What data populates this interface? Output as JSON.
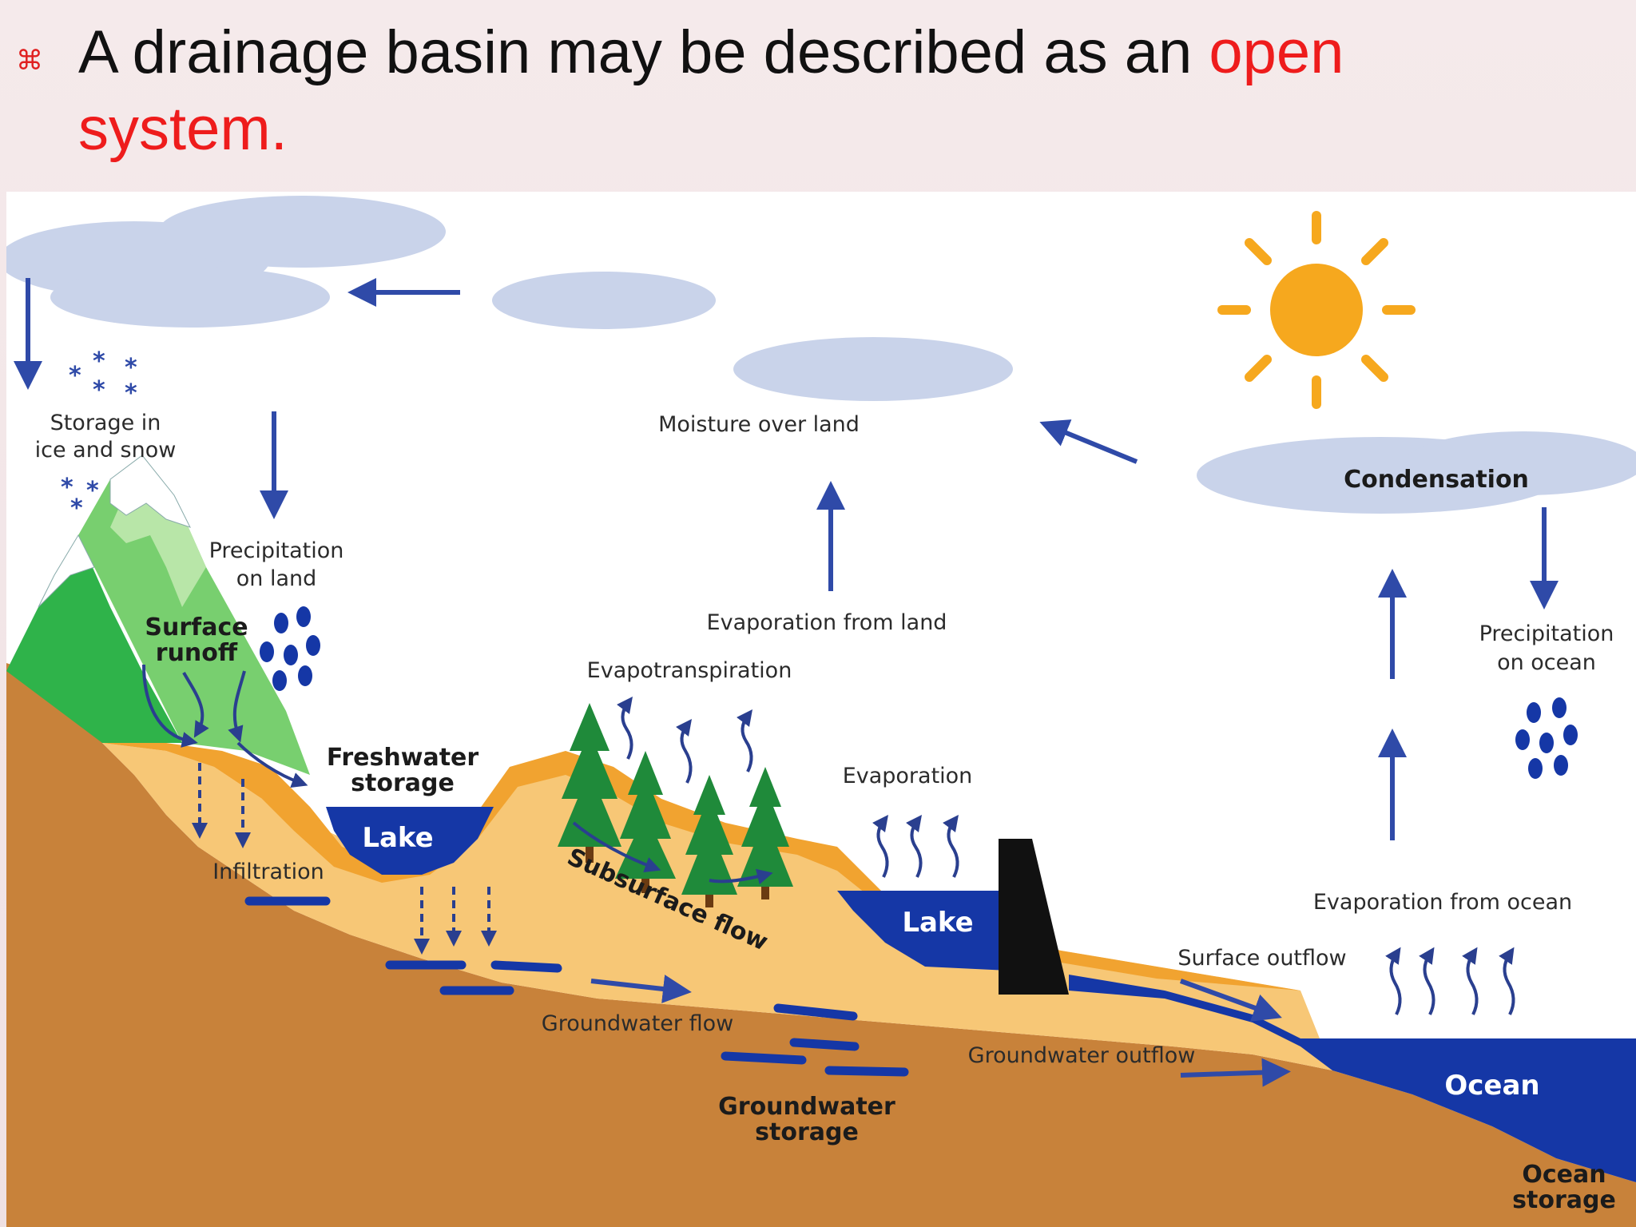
{
  "header": {
    "bullet": "⌘",
    "title_prefix": "A drainage basin may be described as an ",
    "title_highlight": "open system."
  },
  "colors": {
    "accent_red": "#ee1c1c",
    "arrow_blue": "#2f4aa8",
    "water_blue": "#1537a6",
    "ground_brown": "#c8823a",
    "ground_light": "#f7c776",
    "ground_orange": "#f1a330",
    "cloud": "#c9d3ea",
    "sun": "#f6a81e"
  },
  "labels": {
    "storage_ice_1": "Storage in",
    "storage_ice_2": "ice and snow",
    "precip_land_1": "Precipitation",
    "precip_land_2": "on land",
    "moisture": "Moisture over land",
    "condensation": "Condensation",
    "evap_land": "Evaporation from land",
    "evapotranspiration": "Evapotranspiration",
    "precip_ocean_1": "Precipitation",
    "precip_ocean_2": "on ocean",
    "surface_runoff_1": "Surface",
    "surface_runoff_2": "runoff",
    "freshwater_1": "Freshwater",
    "freshwater_2": "storage",
    "lake1": "Lake",
    "infiltration": "Infiltration",
    "subsurface": "Subsurface flow",
    "evaporation": "Evaporation",
    "lake2": "Lake",
    "evap_ocean": "Evaporation from ocean",
    "surface_outflow": "Surface outflow",
    "groundwater_flow": "Groundwater flow",
    "groundwater_outflow": "Groundwater outflow",
    "gw_storage_1": "Groundwater",
    "gw_storage_2": "storage",
    "ocean": "Ocean",
    "ocean_storage_1": "Ocean",
    "ocean_storage_2": "storage"
  }
}
